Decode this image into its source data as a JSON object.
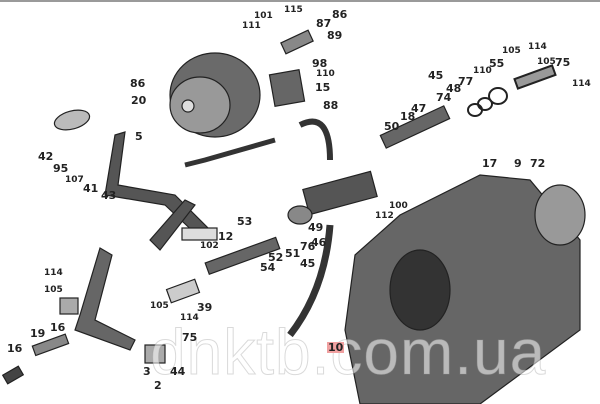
{
  "diagram": {
    "watermark": "dnktb.com.ua",
    "highlight_color": "#f0a0a0",
    "labels": [
      {
        "id": "l115",
        "text": "115"
      },
      {
        "id": "l101",
        "text": "101"
      },
      {
        "id": "l111",
        "text": "111"
      },
      {
        "id": "l86a",
        "text": "86"
      },
      {
        "id": "l87",
        "text": "87"
      },
      {
        "id": "l89",
        "text": "89"
      },
      {
        "id": "l98",
        "text": "98"
      },
      {
        "id": "l110a",
        "text": "110"
      },
      {
        "id": "l15",
        "text": "15"
      },
      {
        "id": "l88",
        "text": "88"
      },
      {
        "id": "l86b",
        "text": "86"
      },
      {
        "id": "l20",
        "text": "20"
      },
      {
        "id": "l5",
        "text": "5"
      },
      {
        "id": "l42",
        "text": "42"
      },
      {
        "id": "l95",
        "text": "95"
      },
      {
        "id": "l107",
        "text": "107"
      },
      {
        "id": "l41",
        "text": "41"
      },
      {
        "id": "l43",
        "text": "43"
      },
      {
        "id": "l45a",
        "text": "45"
      },
      {
        "id": "l77",
        "text": "77"
      },
      {
        "id": "l48",
        "text": "48"
      },
      {
        "id": "l74",
        "text": "74"
      },
      {
        "id": "l110b",
        "text": "110"
      },
      {
        "id": "l55",
        "text": "55"
      },
      {
        "id": "l105a",
        "text": "105"
      },
      {
        "id": "l114a",
        "text": "114"
      },
      {
        "id": "l105b",
        "text": "105"
      },
      {
        "id": "l75a",
        "text": "75"
      },
      {
        "id": "l114b",
        "text": "114"
      },
      {
        "id": "l47",
        "text": "47"
      },
      {
        "id": "l18",
        "text": "18"
      },
      {
        "id": "l50",
        "text": "50"
      },
      {
        "id": "l17",
        "text": "17"
      },
      {
        "id": "l9",
        "text": "9"
      },
      {
        "id": "l72",
        "text": "72"
      },
      {
        "id": "l100",
        "text": "100"
      },
      {
        "id": "l112",
        "text": "112"
      },
      {
        "id": "l53",
        "text": "53"
      },
      {
        "id": "l12",
        "text": "12"
      },
      {
        "id": "l102",
        "text": "102"
      },
      {
        "id": "l49",
        "text": "49"
      },
      {
        "id": "l76",
        "text": "76"
      },
      {
        "id": "l46",
        "text": "46"
      },
      {
        "id": "l52",
        "text": "52"
      },
      {
        "id": "l51",
        "text": "51"
      },
      {
        "id": "l54",
        "text": "54"
      },
      {
        "id": "l45b",
        "text": "45"
      },
      {
        "id": "l39",
        "text": "39"
      },
      {
        "id": "l105c",
        "text": "105"
      },
      {
        "id": "l114c",
        "text": "114"
      },
      {
        "id": "l75b",
        "text": "75"
      },
      {
        "id": "l3",
        "text": "3"
      },
      {
        "id": "l44",
        "text": "44"
      },
      {
        "id": "l2",
        "text": "2"
      },
      {
        "id": "l114d",
        "text": "114"
      },
      {
        "id": "l105d",
        "text": "105"
      },
      {
        "id": "l16a",
        "text": "16"
      },
      {
        "id": "l19",
        "text": "19"
      },
      {
        "id": "l16b",
        "text": "16"
      },
      {
        "id": "l10",
        "text": "10"
      }
    ]
  }
}
